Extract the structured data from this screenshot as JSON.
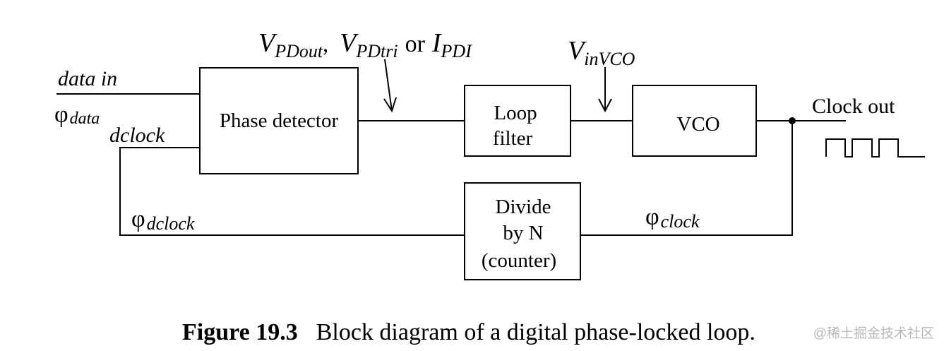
{
  "labels": {
    "data_in": "data in",
    "phi_data_sym": "φ",
    "phi_data_sub": "data",
    "dclock": "dclock",
    "phi_dclock_sym": "φ",
    "phi_dclock_sub": "dclock",
    "phi_clock_sym": "φ",
    "phi_clock_sub": "clock",
    "clock_out": "Clock out",
    "v_sym": "V",
    "vpdout_sub": "PDout",
    "comma": ",",
    "vpdtri_sub": "PDtri",
    "or_word": "or",
    "i_sym": "I",
    "ipdi_sub": "PDI",
    "vinvco_sym": "V",
    "vinvco_sub": "inVCO"
  },
  "blocks": {
    "phase_detector": "Phase detector",
    "loop_filter_line1": "Loop",
    "loop_filter_line2": "filter",
    "vco": "VCO",
    "divider_line1": "Divide",
    "divider_line2": "by N",
    "divider_line3": "(counter)"
  },
  "caption": {
    "number": "Figure 19.3",
    "text": "Block diagram of a digital phase-locked loop."
  },
  "watermark": "@稀土掘金技术社区"
}
